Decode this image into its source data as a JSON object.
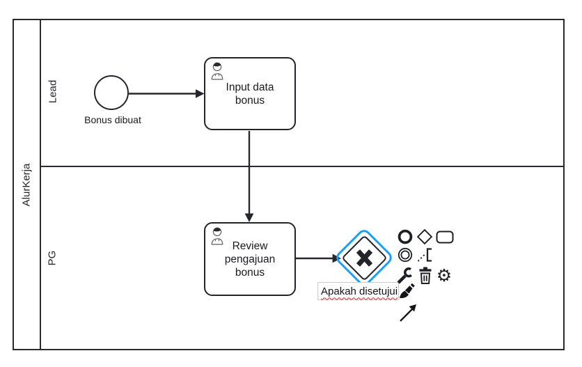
{
  "diagram": {
    "pool": {
      "label": "AlurKerja"
    },
    "lanes": [
      {
        "label": "Lead"
      },
      {
        "label": "PG"
      }
    ],
    "start_event": {
      "label": "Bonus dibuat"
    },
    "tasks": [
      {
        "label": "Input data bonus",
        "type": "user-task"
      },
      {
        "label": "Review pengajuan bonus",
        "type": "user-task"
      }
    ],
    "gateway": {
      "type": "exclusive",
      "marker": "X",
      "selected": true,
      "label_editor": {
        "value": "Apakah disetujui"
      }
    },
    "flows": [
      {
        "from": "start-event",
        "to": "task-input-data-bonus"
      },
      {
        "from": "task-input-data-bonus",
        "to": "task-review-pengajuan-bonus"
      },
      {
        "from": "task-review-pengajuan-bonus",
        "to": "exclusive-gateway"
      }
    ],
    "colors": {
      "stroke": "#22242a",
      "selection_outline": "#18a0fb",
      "spellcheck_underline": "#e02020",
      "editor_border": "#cccccc"
    }
  },
  "context_pad": {
    "icons": [
      "append-end-event-icon",
      "append-gateway-icon",
      "append-task-icon",
      "append-intermediate-event-icon",
      "append-text-annotation-icon",
      "change-type-wrench-icon",
      "delete-trash-icon",
      "settings-gear-icon",
      "set-color-brush-icon",
      "connect-arrow-icon"
    ]
  }
}
